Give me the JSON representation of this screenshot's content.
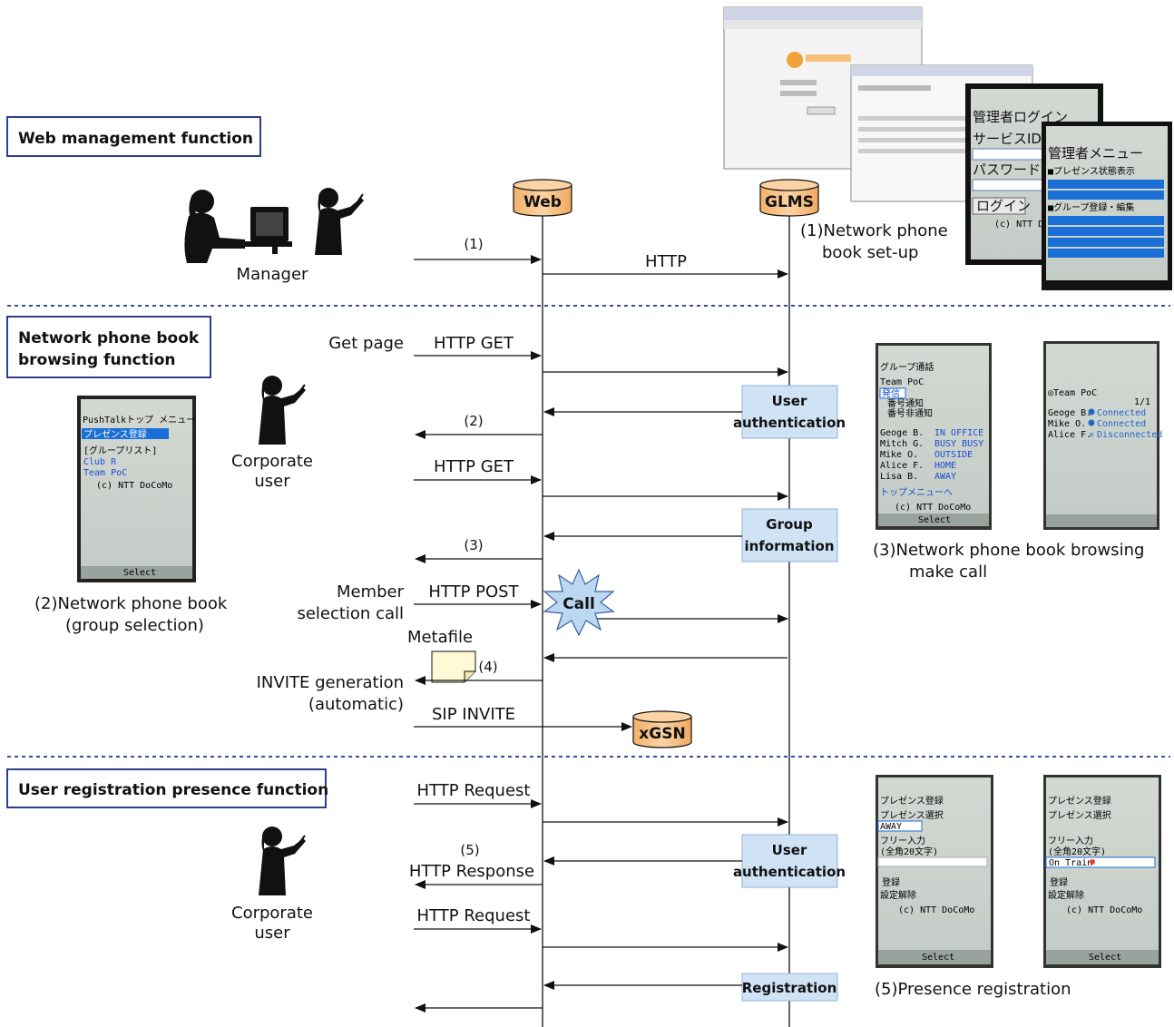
{
  "sections": {
    "web_management": "Web management function",
    "phone_book_browsing_line1": "Network phone book",
    "phone_book_browsing_line2": "browsing function",
    "user_registration": "User registration presence function"
  },
  "nodes": {
    "web": "Web",
    "glms": "GLMS",
    "xgsn": "xGSN",
    "call": "Call"
  },
  "actors": {
    "manager": "Manager",
    "corporate_user_1_line1": "Corporate",
    "corporate_user_1_line2": "user",
    "corporate_user_2_line1": "Corporate",
    "corporate_user_2_line2": "user"
  },
  "boxes": {
    "user_auth_1_line1": "User",
    "user_auth_1_line2": "authentication",
    "group_info_line1": "Group",
    "group_info_line2": "information",
    "user_auth_2_line1": "User",
    "user_auth_2_line2": "authentication",
    "registration": "Registration"
  },
  "messages": {
    "m1": "(1)",
    "http": "HTTP",
    "get_page": "Get page",
    "http_get_1": "HTTP GET",
    "m2": "(2)",
    "http_get_2": "HTTP GET",
    "m3": "(3)",
    "member_sel_line1": "Member",
    "member_sel_line2": "selection call",
    "http_post": "HTTP POST",
    "metafile": "Metafile",
    "m4": "(4)",
    "invite_line1": "INVITE generation",
    "invite_line2": "(automatic)",
    "sip_invite": "SIP INVITE",
    "http_request_1": "HTTP Request",
    "m5": "(5)",
    "http_response": "HTTP Response",
    "http_request_2": "HTTP Request"
  },
  "captions": {
    "c1_line1": "(1)Network phone",
    "c1_line2": "book set-up",
    "c2_line1": "(2)Network phone book",
    "c2_line2": "(group selection)",
    "c3_line1": "(3)Network phone book browsing",
    "c3_line2": "make call",
    "c5": "(5)Presence registration"
  },
  "screens": {
    "login_title": "管理者ログイン",
    "login_service": "サービスID",
    "login_password": "パスワード",
    "login_button": "ログイン",
    "login_footer": "(c) NTT DoCoMo",
    "admin_menu_title": "管理者メニュー",
    "admin_item1": "■プレゼンス状態表示",
    "admin_item2": "■グループ登録・編集",
    "pb_title": "PushTalkトップ メニュー",
    "pb_presence": "プレゼンス登録",
    "pb_group_list": "[グループリスト]",
    "pb_club": "Club R",
    "pb_team": "Team PoC",
    "footer": "(c) NTT DoCoMo",
    "softkey_select": "Select",
    "group_call_title": "グループ通話",
    "group_name": "Team PoC",
    "call_btn": "発信",
    "notify_on": "番号通知",
    "notify_off": "番号非通知",
    "members": [
      {
        "name": "Geoge B.",
        "status": "IN OFFICE"
      },
      {
        "name": "Mitch G.",
        "status": "BUSY BUSY"
      },
      {
        "name": "Mike O.",
        "status": "OUTSIDE"
      },
      {
        "name": "Alice F.",
        "status": "HOME"
      },
      {
        "name": "Lisa B.",
        "status": "AWAY"
      }
    ],
    "top_menu_link": "トップメニューへ",
    "conn_title": "◎Team PoC",
    "conn_page": "1/1",
    "conn_members": [
      {
        "name": "Geoge B.",
        "status": "Connected"
      },
      {
        "name": "Mike O.",
        "status": "Connected"
      },
      {
        "name": "Alice F.",
        "status": "Disconnected"
      }
    ],
    "pres_title": "プレゼンス登録",
    "pres_select": "プレゼンス選択",
    "pres_away": "AWAY",
    "pres_free": "フリー入力",
    "pres_free_hint": "(全角20文字)",
    "pres_register": "登録",
    "pres_clear": "設定解除",
    "pres_on_train": "On Train"
  },
  "colors": {
    "section_border": "#2b3f8f",
    "divider": "#3a4ea0",
    "cylinder": "#f7c48c",
    "box_fill": "#cfe3f5",
    "box_border": "#8fb2d9",
    "call_fill": "#bcd7f2"
  }
}
